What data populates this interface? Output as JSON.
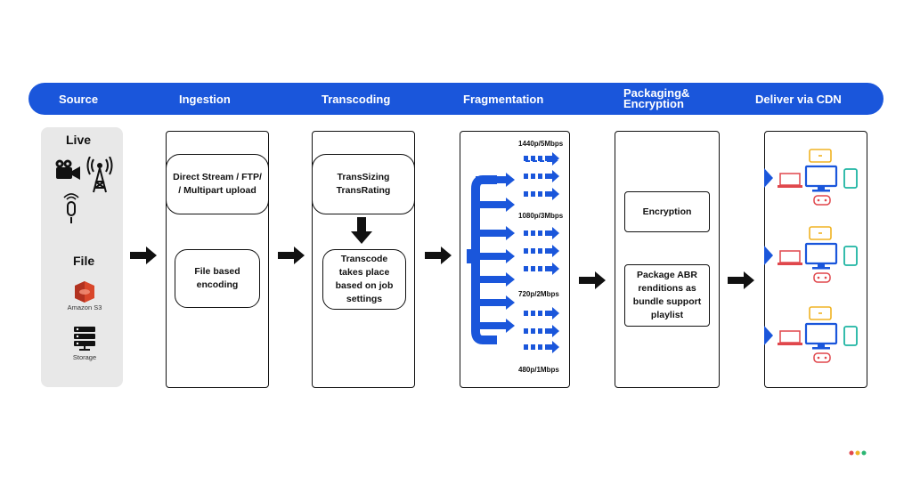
{
  "header": {
    "stages": [
      "Source",
      "Ingestion",
      "Transcoding",
      "Fragmentation",
      "Packaging&\nEncryption",
      "Deliver via CDN"
    ]
  },
  "source": {
    "live_label": "Live",
    "file_label": "File",
    "s3_label": "Amazon S3",
    "storage_label": "Storage"
  },
  "ingestion": {
    "direct_stream": "Direct Stream / FTP/ / Multipart upload",
    "file_encoding": "File based encoding"
  },
  "transcoding": {
    "transsizing": "TransSizing\nTransRating",
    "job_settings": "Transcode takes place based on job settings"
  },
  "fragmentation": {
    "renditions": [
      "1440p/5Mbps",
      "1080p/3Mbps",
      "720p/2Mbps",
      "480p/1Mbps"
    ]
  },
  "packaging": {
    "encryption": "Encryption",
    "package": "Package ABR renditions as bundle support playlist"
  },
  "colors": {
    "brand_blue": "#1a56db",
    "source_bg": "#e8e8e8",
    "laptop_red": "#e0474c",
    "monitor_blue": "#1a56db",
    "tablet_yellow": "#f0b323",
    "phone_teal": "#1fb5a3",
    "gamepad_pink": "#e0474c"
  },
  "icons": [
    "video-camera-icon",
    "radio-tower-icon",
    "microphone-icon",
    "amazon-s3-icon",
    "storage-server-icon",
    "laptop-icon",
    "monitor-icon",
    "tablet-icon",
    "phone-icon",
    "gamepad-icon"
  ]
}
